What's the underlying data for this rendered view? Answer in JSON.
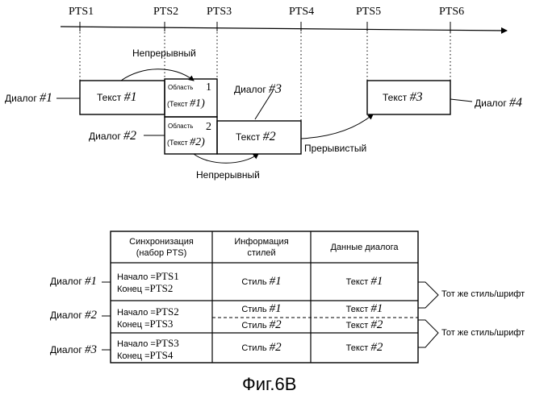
{
  "timeline": {
    "pts_labels": [
      "PTS1",
      "PTS2",
      "PTS3",
      "PTS4",
      "PTS5",
      "PTS6"
    ]
  },
  "diagram": {
    "dialog1_label": "Диалог",
    "dialog1_num": "#1",
    "dialog2_label": "Диалог",
    "dialog2_num": "#2",
    "dialog3_label": "Диалог",
    "dialog3_num": "#3",
    "dialog4_label": "Диалог",
    "dialog4_num": "#4",
    "box_text1": "Текст",
    "box_text1_num": "#1",
    "region1_title": "Область",
    "region1_num": "1",
    "region1_text": "(Текст",
    "region1_text_num": "#1)",
    "region2_title": "Область",
    "region2_num": "2",
    "region2_text": "(Текст",
    "region2_text_num": "#2)",
    "box_text2": "Текст",
    "box_text2_num": "#2",
    "box_text3": "Текст",
    "box_text3_num": "#3",
    "continuous_top": "Непрерывный",
    "continuous_bottom": "Непрерывный",
    "discontinuous": "Прерывистый"
  },
  "table": {
    "headers": [
      [
        "Синхронизация",
        "(набор PTS)"
      ],
      [
        "Информация",
        "стилей"
      ],
      [
        "Данные диалога"
      ]
    ],
    "rows": [
      {
        "dialog": "Диалог",
        "dialog_num": "#1",
        "start": "Начало =",
        "start_pts": "PTS1",
        "end": "Конец =",
        "end_pts": "PTS2",
        "styles": [
          {
            "label": "Стиль",
            "num": "#1"
          }
        ],
        "texts": [
          {
            "label": "Текст",
            "num": "#1"
          }
        ]
      },
      {
        "dialog": "Диалог",
        "dialog_num": "#2",
        "start": "Начало =",
        "start_pts": "PTS2",
        "end": "Конец =",
        "end_pts": "PTS3",
        "styles": [
          {
            "label": "Стиль",
            "num": "#1"
          },
          {
            "label": "Стиль",
            "num": "#2"
          }
        ],
        "texts": [
          {
            "label": "Текст",
            "num": "#1"
          },
          {
            "label": "Текст",
            "num": "#2"
          }
        ]
      },
      {
        "dialog": "Диалог",
        "dialog_num": "#3",
        "start": "Начало =",
        "start_pts": "PTS3",
        "end": "Конец =",
        "end_pts": "PTS4",
        "styles": [
          {
            "label": "Стиль",
            "num": "#2"
          }
        ],
        "texts": [
          {
            "label": "Текст",
            "num": "#2"
          }
        ]
      }
    ],
    "same_style_1": "Тот же стиль/шрифт",
    "same_style_2": "Тот же стиль/шрифт"
  },
  "caption": "Фиг.6В"
}
